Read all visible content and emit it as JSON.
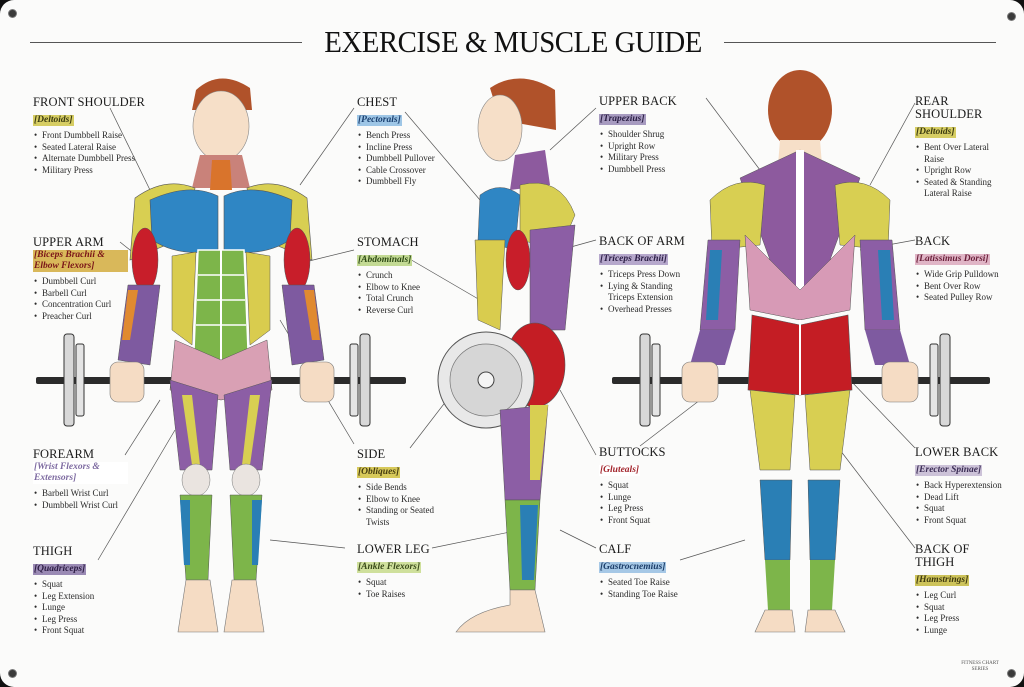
{
  "title": "EXERCISE & MUSCLE GUIDE",
  "colors": {
    "background": "#fbfbfa",
    "deltoids": "#d8cf52",
    "pectorals": "#2f86c4",
    "abdominals": "#7db54a",
    "biceps": "#c81e2a",
    "gluteals": "#c41d24",
    "obliques": "#d9cc4e",
    "forearm": "#7e5aa0",
    "trapezius": "#8d5a9e",
    "latissimus": "#d79ab6",
    "calf": "#2a7fb5",
    "thigh": "#8c5ea5",
    "skin": "#f5dcc4",
    "hair": "#b0522a"
  },
  "labels": [
    {
      "id": "front-shoulder",
      "title": "FRONT SHOULDER",
      "latin": "[Deltoids]",
      "latin_bg": "#d6cd63",
      "latin_color": "#3a3a10",
      "exercises": [
        "Front Dumbbell Raise",
        "Seated Lateral Raise",
        "Alternate Dumbbell Press",
        "Military Press"
      ]
    },
    {
      "id": "upper-arm",
      "title": "UPPER ARM",
      "latin": "[Biceps Brachii & Elbow Flexors]",
      "latin_bg": "#d9b85a",
      "latin_color": "#7a1418",
      "exercises": [
        "Dumbbell Curl",
        "Barbell Curl",
        "Concentration Curl",
        "Preacher Curl"
      ]
    },
    {
      "id": "forearm",
      "title": "FOREARM",
      "latin": "[Wrist Flexors & Extensors]",
      "latin_bg": "#ffffff",
      "latin_color": "#7d6aa0",
      "exercises": [
        "Barbell Wrist Curl",
        "Dumbbell Wrist Curl"
      ]
    },
    {
      "id": "thigh",
      "title": "THIGH",
      "latin": "[Quadriceps]",
      "latin_bg": "#9a8ab4",
      "latin_color": "#2d1d45",
      "exercises": [
        "Squat",
        "Leg Extension",
        "Lunge",
        "Leg Press",
        "Front Squat"
      ]
    },
    {
      "id": "chest",
      "title": "CHEST",
      "latin": "[Pectorals]",
      "latin_bg": "#9ec6e6",
      "latin_color": "#1a3f6f",
      "exercises": [
        "Bench Press",
        "Incline Press",
        "Dumbbell Pullover",
        "Cable Crossover",
        "Dumbbell Fly"
      ]
    },
    {
      "id": "stomach",
      "title": "STOMACH",
      "latin": "[Abdominals]",
      "latin_bg": "#c3da94",
      "latin_color": "#2d4a15",
      "exercises": [
        "Crunch",
        "Elbow to Knee",
        "Total Crunch",
        "Reverse Curl"
      ]
    },
    {
      "id": "side",
      "title": "SIDE",
      "latin": "[Obliques]",
      "latin_bg": "#d7c95a",
      "latin_color": "#453c10",
      "exercises": [
        "Side Bends",
        "Elbow to Knee",
        "Standing or Seated Twists"
      ]
    },
    {
      "id": "lower-leg",
      "title": "LOWER LEG",
      "latin": "[Ankle Flexors]",
      "latin_bg": "#cfe09c",
      "latin_color": "#3a4a1a",
      "exercises": [
        "Squat",
        "Toe Raises"
      ]
    },
    {
      "id": "upper-back",
      "title": "UPPER BACK",
      "latin": "[Trapezius]",
      "latin_bg": "#a79bc0",
      "latin_color": "#2b1f45",
      "exercises": [
        "Shoulder Shrug",
        "Upright Row",
        "Military Press",
        "Dumbbell Press"
      ]
    },
    {
      "id": "back-of-arm",
      "title": "BACK OF ARM",
      "latin": "[Triceps Brachii]",
      "latin_bg": "#b6a8cc",
      "latin_color": "#2e2048",
      "exercises": [
        "Triceps Press Down",
        "Lying & Standing Triceps Extension",
        "Overhead Presses"
      ]
    },
    {
      "id": "buttocks",
      "title": "BUTTOCKS",
      "latin": "[Gluteals]",
      "latin_bg": "#ffffff",
      "latin_color": "#a2232a",
      "exercises": [
        "Squat",
        "Lunge",
        "Leg Press",
        "Front Squat"
      ]
    },
    {
      "id": "calf",
      "title": "CALF",
      "latin": "[Gastrocnemius]",
      "latin_bg": "#a6c8e6",
      "latin_color": "#1c3e6a",
      "exercises": [
        "Seated Toe Raise",
        "Standing Toe Raise"
      ]
    },
    {
      "id": "rear-shoulder",
      "title": "REAR SHOULDER",
      "latin": "[Deltoids]",
      "latin_bg": "#d6cd63",
      "latin_color": "#3a3a10",
      "exercises": [
        "Bent Over Lateral Raise",
        "Upright Row",
        "Seated & Standing Lateral Raise"
      ]
    },
    {
      "id": "back",
      "title": "BACK",
      "latin": "[Latissimus Dorsi]",
      "latin_bg": "#e0b5c6",
      "latin_color": "#6a1f3a",
      "exercises": [
        "Wide Grip Pulldown",
        "Bent Over Row",
        "Seated Pulley Row"
      ]
    },
    {
      "id": "lower-back",
      "title": "LOWER BACK",
      "latin": "[Erector Spinae]",
      "latin_bg": "#ccc2d8",
      "latin_color": "#3b2d55",
      "exercises": [
        "Back Hyperextension",
        "Dead Lift",
        "Squat",
        "Front Squat"
      ]
    },
    {
      "id": "back-of-thigh",
      "title": "BACK OF THIGH",
      "latin": "[Hamstrings]",
      "latin_bg": "#cdc35a",
      "latin_color": "#3f3a10",
      "exercises": [
        "Leg Curl",
        "Squat",
        "Leg Press",
        "Lunge"
      ]
    }
  ],
  "footer": {
    "brand": "FITNESS CHART SERIES"
  }
}
